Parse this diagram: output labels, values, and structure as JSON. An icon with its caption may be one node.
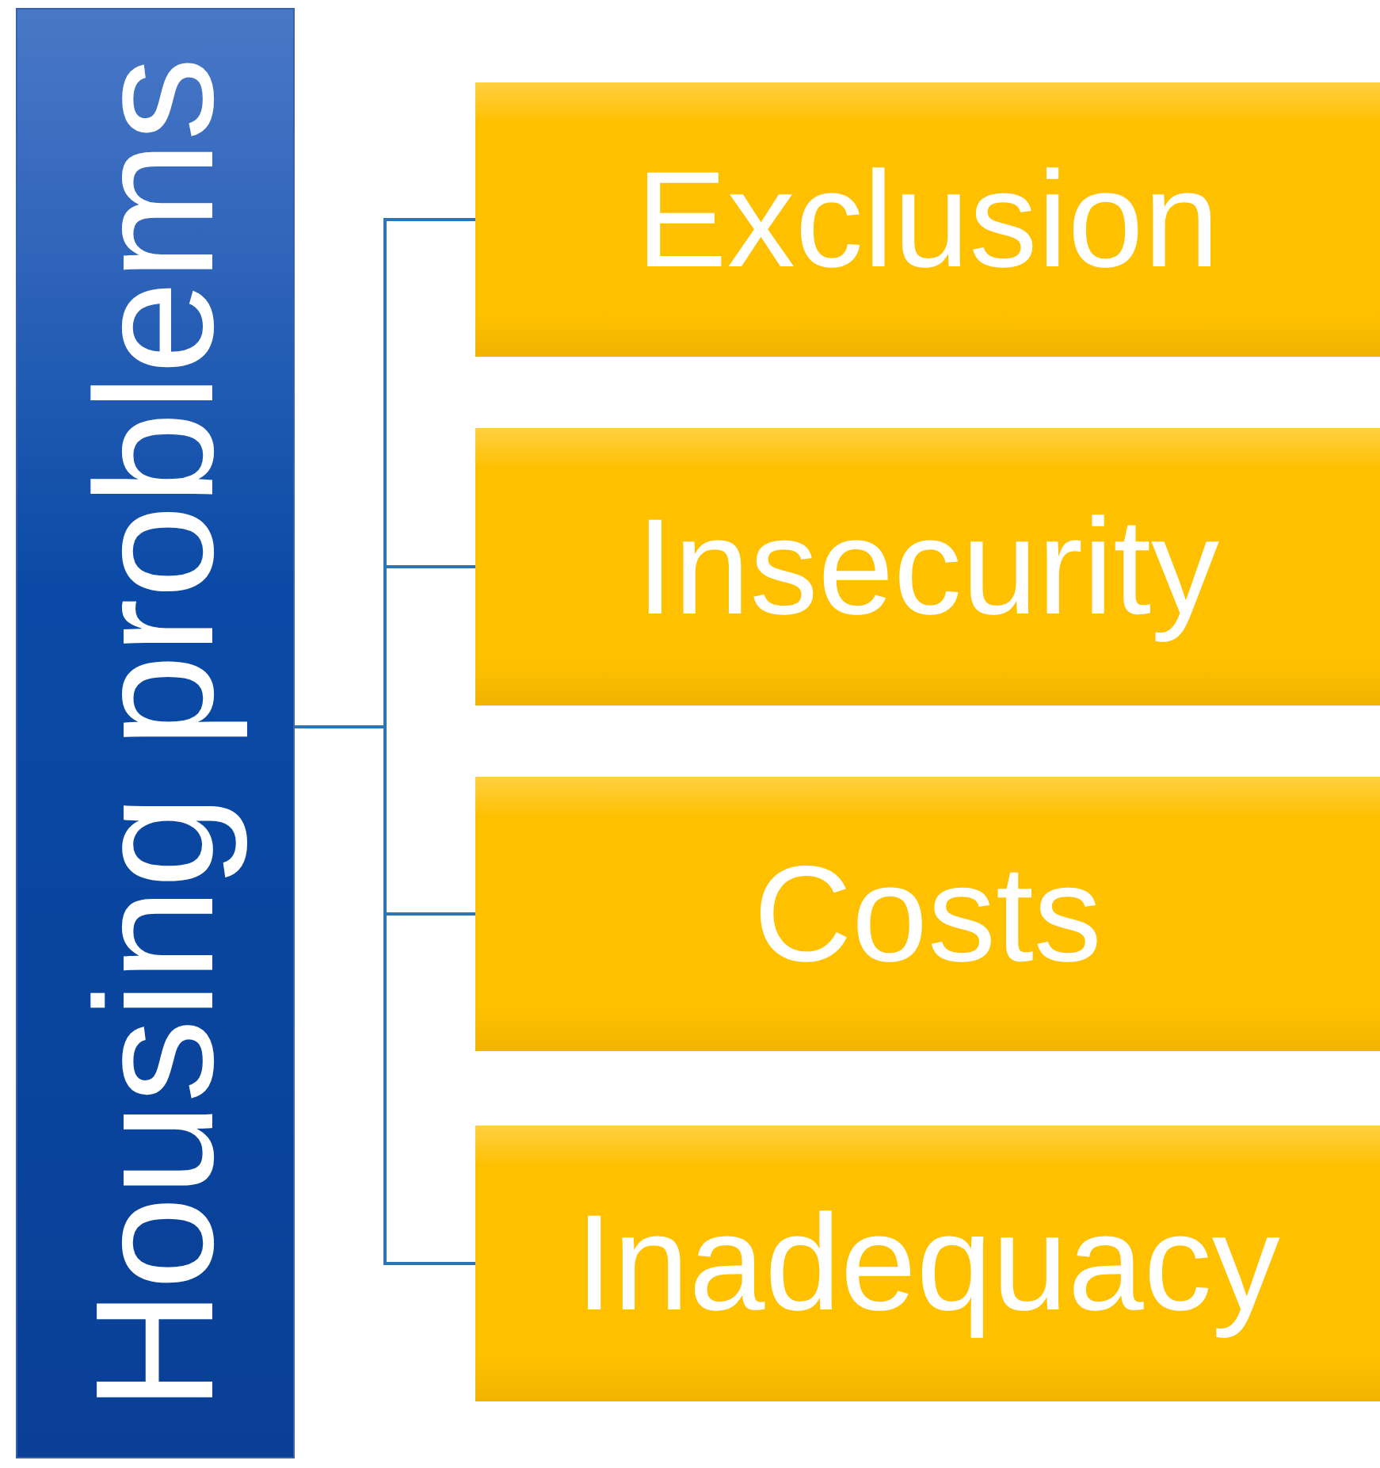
{
  "diagram": {
    "nodes": [
      {
        "text": [
          "Housing problems"
        ]
      },
      {
        "text": [
          "Exclusion"
        ]
      },
      {
        "text": [
          "Insecurity"
        ]
      },
      {
        "text": [
          "Costs"
        ]
      },
      {
        "text": [
          "Inadequacy"
        ]
      }
    ],
    "edges": [
      {
        "from": 0,
        "to": 1,
        "arrow": "none"
      },
      {
        "from": 0,
        "to": 2,
        "arrow": "none"
      },
      {
        "from": 0,
        "to": 3,
        "arrow": "none"
      },
      {
        "from": 0,
        "to": 4,
        "arrow": "none"
      }
    ]
  }
}
